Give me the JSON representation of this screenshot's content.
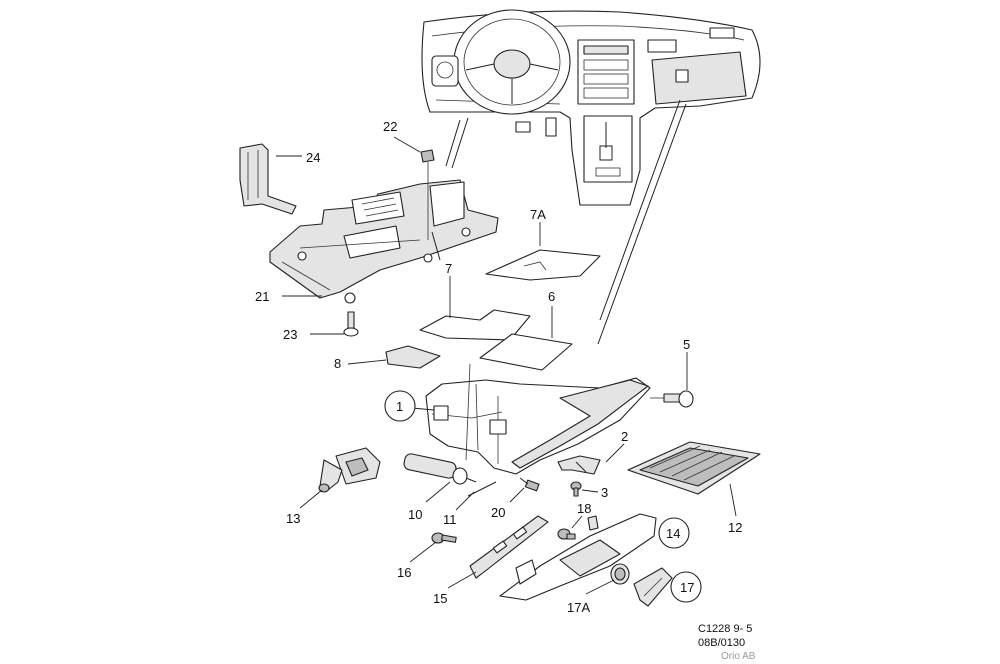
{
  "diagram": {
    "part_labels": {
      "p1": "1",
      "p2": "2",
      "p3": "3",
      "p5": "5",
      "p6": "6",
      "p7": "7",
      "p7a": "7A",
      "p8": "8",
      "p10": "10",
      "p11": "11",
      "p12": "12",
      "p13": "13",
      "p14": "14",
      "p15": "15",
      "p16": "16",
      "p17": "17",
      "p17a": "17A",
      "p18": "18",
      "p20": "20",
      "p21": "21",
      "p22": "22",
      "p23": "23",
      "p24": "24"
    },
    "reference": {
      "code": "C1228 9- 5",
      "doc": "08B/0130",
      "copyright": "Orio AB"
    }
  }
}
